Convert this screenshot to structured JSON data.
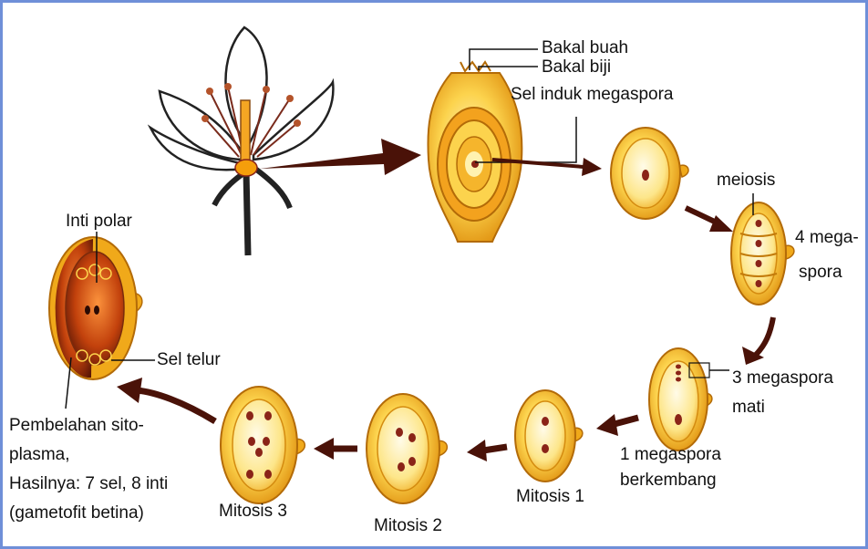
{
  "labels": {
    "bakal_buah": "Bakal buah",
    "bakal_biji": "Bakal biji",
    "sel_induk_megaspora": "Sel induk megaspora",
    "meiosis": "meiosis",
    "empat_megaspora_1": "4 mega-",
    "empat_megaspora_2": "spora",
    "tiga_megaspora_1": "3 megaspora",
    "tiga_megaspora_2": "mati",
    "satu_megaspora_1": "1 megaspora",
    "satu_megaspora_2": "berkembang",
    "mitosis_1": "Mitosis 1",
    "mitosis_2": "Mitosis 2",
    "mitosis_3": "Mitosis 3",
    "inti_polar": "Inti polar",
    "sel_telur": "Sel telur",
    "hasil_1": "Pembelahan sito-",
    "hasil_2": "plasma,",
    "hasil_3": "Hasilnya: 7 sel, 8 inti",
    "hasil_4": "(gametofit betina)"
  },
  "colors": {
    "frame_border": "#6f8fd8",
    "ovule_outer": "#f0a91a",
    "ovule_inner": "#fde99a",
    "nucleus": "#8a2418",
    "arrow": "#4a1208",
    "mature_sac": "#c2410c"
  }
}
